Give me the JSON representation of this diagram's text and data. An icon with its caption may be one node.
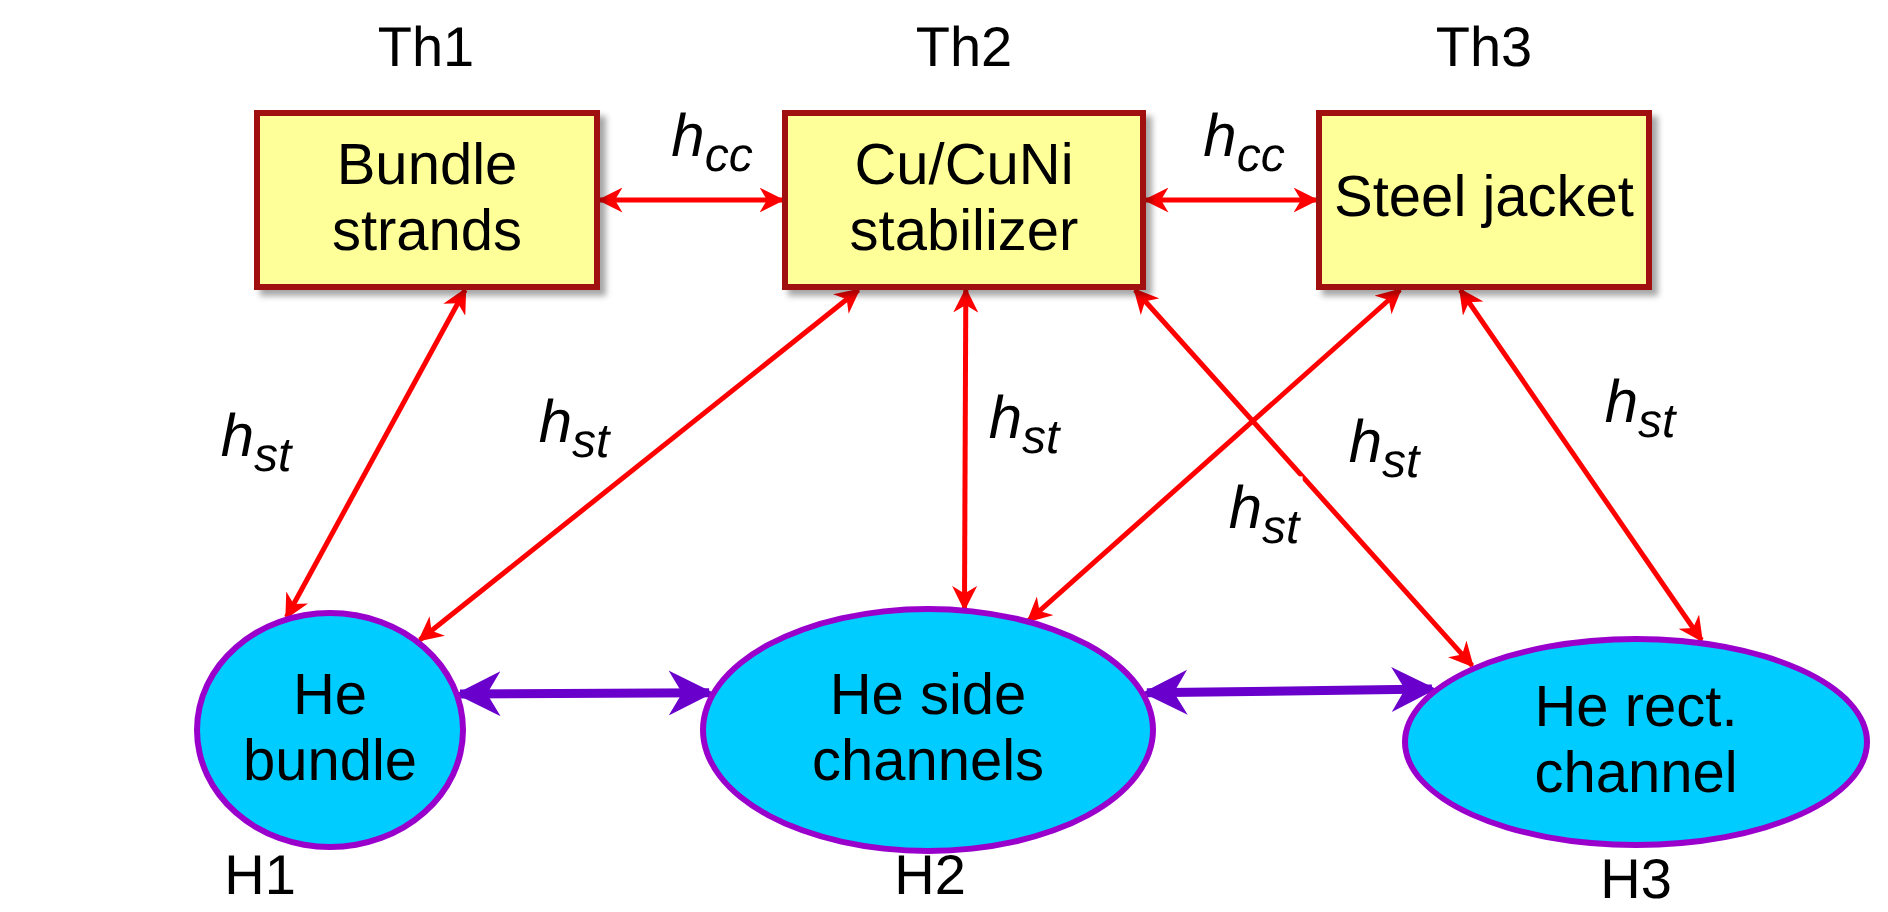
{
  "diagram": {
    "nodes": [
      {
        "text": [
          "Bundle strands"
        ],
        "beside": [
          "Th1"
        ]
      },
      {
        "text": [
          "Cu/CuNi stabilizer"
        ],
        "beside": [
          "Th2"
        ]
      },
      {
        "text": [
          "Steel jacket"
        ],
        "beside": [
          "Th3"
        ]
      },
      {
        "text": [
          "He bundle"
        ],
        "beside": [
          "H1"
        ]
      },
      {
        "text": [
          "He side channels"
        ],
        "beside": [
          "H2"
        ]
      },
      {
        "text": [
          "He rect. channel"
        ],
        "beside": [
          "H3"
        ]
      }
    ],
    "edges": [
      {
        "from": 0,
        "to": 1,
        "arrow": "both",
        "label": "h$_{cc}$"
      },
      {
        "from": 1,
        "to": 2,
        "arrow": "both",
        "label": "h$_{cc}$"
      },
      {
        "from": 0,
        "to": 3,
        "arrow": "both",
        "label": "h$_{st}$"
      },
      {
        "from": 1,
        "to": 3,
        "arrow": "both",
        "label": "h$_{st}$"
      },
      {
        "from": 1,
        "to": 4,
        "arrow": "both",
        "label": "h$_{st}$"
      },
      {
        "from": 2,
        "to": 4,
        "arrow": "both",
        "label": "h$_{st}$"
      },
      {
        "from": 1,
        "to": 5,
        "arrow": "both",
        "label": "h$_{st}$"
      },
      {
        "from": 2,
        "to": 5,
        "arrow": "both",
        "label": "h$_{st}$"
      },
      {
        "from": 3,
        "to": 4,
        "arrow": "both",
        "style": "thick",
        "color": "#6a00cc"
      },
      {
        "from": 4,
        "to": 5,
        "arrow": "both",
        "style": "thick",
        "color": "#6a00cc"
      }
    ]
  }
}
